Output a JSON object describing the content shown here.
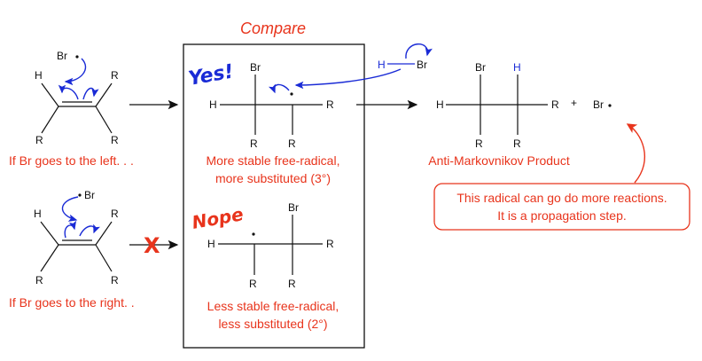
{
  "header": {
    "title": "Compare"
  },
  "labels": {
    "yes": "Yes!",
    "nope": "Nope",
    "left_caption": "If Br goes to the left. . .",
    "right_caption": "If Br goes to the right. .",
    "stable_1": "More stable free-radical,",
    "stable_2": "more substituted (3°)",
    "less_1": "Less stable free-radical,",
    "less_2": "less substituted (2°)",
    "product": "Anti-Markovnikov Product",
    "plus": "+",
    "note_1": "This radical can go do more reactions.",
    "note_2": "It is a propagation step.",
    "x_mark": "X"
  },
  "atoms": {
    "br_radical_top": "Br",
    "br_radical_bottom": "Br",
    "h": "H",
    "r": "R",
    "br": "Br",
    "hbr_h": "H",
    "hbr_br": "Br",
    "br_product_radical": "Br"
  },
  "colors": {
    "accent_red": "#e8341c",
    "accent_blue": "#1a2bd6",
    "ink": "#111111"
  }
}
